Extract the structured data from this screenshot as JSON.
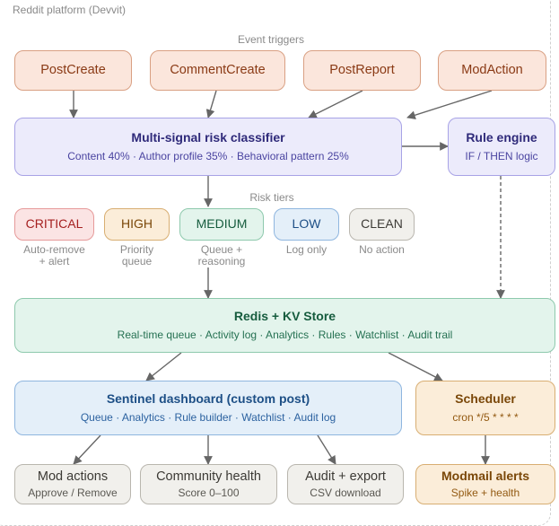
{
  "platform_label": "Reddit platform (Devvit)",
  "event_triggers": {
    "label": "Event triggers",
    "items": [
      "PostCreate",
      "CommentCreate",
      "PostReport",
      "ModAction"
    ]
  },
  "classifier": {
    "title": "Multi-signal risk classifier",
    "subtitle": "Content 40% · Author profile 35% · Behavioral pattern 25%"
  },
  "rule_engine": {
    "title": "Rule engine",
    "subtitle": "IF / THEN logic"
  },
  "risk_tiers": {
    "label": "Risk tiers",
    "items": [
      {
        "name": "CRITICAL",
        "note_line1": "Auto-remove",
        "note_line2": "+ alert"
      },
      {
        "name": "HIGH",
        "note_line1": "Priority",
        "note_line2": "queue"
      },
      {
        "name": "MEDIUM",
        "note_line1": "Queue +",
        "note_line2": "reasoning"
      },
      {
        "name": "LOW",
        "note_line1": "Log only",
        "note_line2": ""
      },
      {
        "name": "CLEAN",
        "note_line1": "No action",
        "note_line2": ""
      }
    ]
  },
  "store": {
    "title": "Redis + KV Store",
    "subtitle": "Real-time queue · Activity log · Analytics · Rules · Watchlist · Audit trail"
  },
  "dashboard": {
    "title": "Sentinel dashboard (custom post)",
    "subtitle": "Queue · Analytics · Rule builder · Watchlist · Audit log"
  },
  "scheduler": {
    "title": "Scheduler",
    "subtitle": "cron */5 * * * *"
  },
  "outputs": [
    {
      "title": "Mod actions",
      "subtitle": "Approve / Remove"
    },
    {
      "title": "Community health",
      "subtitle": "Score 0–100"
    },
    {
      "title": "Audit + export",
      "subtitle": "CSV download"
    }
  ],
  "modmail": {
    "title": "Modmail alerts",
    "subtitle": "Spike + health"
  },
  "colors": {
    "trigger": "#fbe6dc",
    "classifier": "#ecebfb",
    "store": "#e3f4ec",
    "dashboard": "#e4eff9",
    "scheduler": "#fbedd9",
    "output": "#f1f0ec",
    "critical": "#a52020",
    "arrow": "#666666"
  }
}
